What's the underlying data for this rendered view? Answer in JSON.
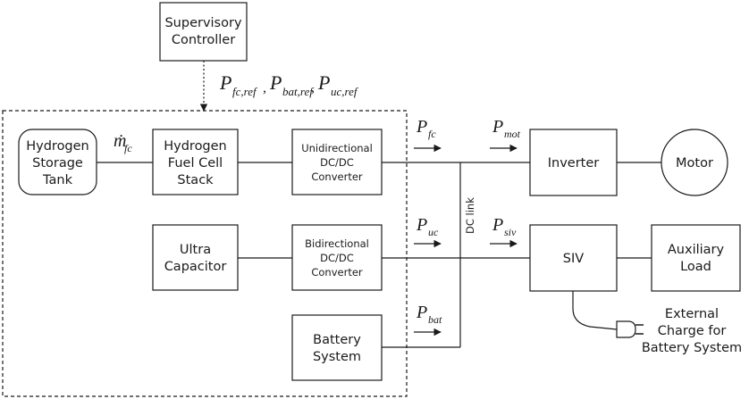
{
  "blocks": {
    "supervisory": [
      "Supervisory",
      "Controller"
    ],
    "h2_tank": [
      "Hydrogen",
      "Storage",
      "Tank"
    ],
    "fuel_cell": [
      "Hydrogen",
      "Fuel Cell",
      "Stack"
    ],
    "uni_dcdc": [
      "Unidirectional",
      "DC/DC",
      "Converter"
    ],
    "ultracap": [
      "Ultra",
      "Capacitor"
    ],
    "bi_dcdc": [
      "Bidirectional",
      "DC/DC",
      "Converter"
    ],
    "battery": [
      "Battery",
      "System"
    ],
    "inverter": "Inverter",
    "motor": "Motor",
    "siv": "SIV",
    "aux_load": [
      "Auxiliary",
      "Load"
    ],
    "external_charge": [
      "External",
      "Charge for",
      "Battery System"
    ],
    "dc_link": "DC link"
  },
  "signals": {
    "ref_p1": "P",
    "ref_s1": "fc,ref",
    "ref_p2": "P",
    "ref_s2": "bat,ref",
    "ref_p3": "P",
    "ref_s3": "uc,ref",
    "mdot": "ṁ",
    "mdot_sub": "fc",
    "pfc": "P",
    "pfc_sub": "fc",
    "pmot": "P",
    "pmot_sub": "mot",
    "puc": "P",
    "puc_sub": "uc",
    "psiv": "P",
    "psiv_sub": "siv",
    "pbat": "P",
    "pbat_sub": "bat"
  }
}
